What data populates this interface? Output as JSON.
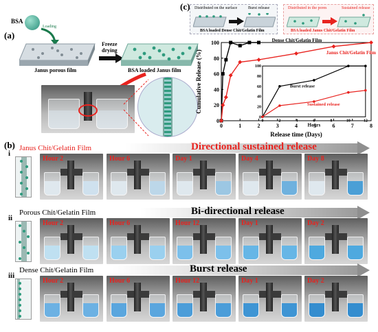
{
  "panel_a": {
    "letter": "(a)",
    "bsa_label": "BSA",
    "loading_label": "Loading",
    "freeze_label_1": "Freeze",
    "freeze_label_2": "drying",
    "porous_film_label": "Janus porous film",
    "loaded_film_label": "BSA loaded Janus film"
  },
  "panel_b": {
    "letter": "(b)",
    "rows": [
      {
        "roman": "i",
        "title": "Janus Chit/Gelatin Film",
        "mode": "Directional sustained release",
        "title_color": "#e8231f",
        "mode_color": "#e8231f",
        "times": [
          "Hour 2",
          "Hour 6",
          "Day 1",
          "Day 4",
          "Day 8"
        ]
      },
      {
        "roman": "ii",
        "title": "Porous Chit/Gelatin Film",
        "mode": "Bi-directional release",
        "title_color": "#000000",
        "mode_color": "#000000",
        "times": [
          "Hour 2",
          "Hour 6",
          "Hour 12",
          "Day 1",
          "Day 2"
        ]
      },
      {
        "roman": "iii",
        "title": "Dense Chit/Gelatin Film",
        "mode": "Burst release",
        "title_color": "#000000",
        "mode_color": "#000000",
        "times": [
          "Hour 2",
          "Hour 6",
          "Hour 12",
          "Day 1",
          "Day 2"
        ]
      }
    ]
  },
  "panel_c": {
    "letter": "(c)",
    "schematic_left_top": "Distributed on the surface",
    "schematic_left_mid": "Burst release",
    "schematic_left_caption": "BSA loaded Dense Chit/Gelatin Film",
    "schematic_right_top": "Distributed in the pores",
    "schematic_right_mid": "Sustained release",
    "schematic_right_caption": "BSA loaded Janus Chit/Gelatin Film"
  },
  "chart_data": {
    "type": "line",
    "xlabel": "Release time (Days)",
    "ylabel": "Cumulative Release (%)",
    "xlim": [
      0,
      8
    ],
    "ylim": [
      0,
      100
    ],
    "xticks": [
      0,
      1,
      2,
      3,
      4,
      5,
      6,
      7,
      8
    ],
    "yticks": [
      0,
      20,
      40,
      60,
      80,
      100
    ],
    "series": [
      {
        "name": "Dense Chit/Gelatin Film",
        "color": "#000000",
        "marker": "square",
        "x": [
          0,
          0.083,
          0.25,
          0.5,
          1,
          1.5,
          2
        ],
        "y": [
          0,
          60,
          78,
          100,
          96,
          100,
          100
        ]
      },
      {
        "name": "Janus Chit/Gelatin Film",
        "color": "#e8231f",
        "marker": "diamond",
        "x": [
          0,
          0.083,
          0.25,
          0.5,
          1,
          2,
          4,
          6,
          8
        ],
        "y": [
          0,
          20,
          30,
          58,
          75,
          78,
          86,
          95,
          100
        ]
      }
    ],
    "inset": {
      "xlabel": "Hours",
      "xlim": [
        0,
        12
      ],
      "ylim": [
        0,
        100
      ],
      "xticks": [
        0,
        2,
        4,
        6,
        8,
        10,
        12
      ],
      "yticks": [
        0,
        20,
        40,
        60,
        80,
        100
      ],
      "annotations": [
        "Burst release",
        "Sustained release"
      ],
      "series": [
        {
          "name": "Dense Chit/Gelatin Film",
          "color": "#000000",
          "x": [
            0,
            2,
            6,
            10,
            12
          ],
          "y": [
            0,
            60,
            72,
            100,
            100
          ]
        },
        {
          "name": "Janus Chit/Gelatin Film",
          "color": "#e8231f",
          "x": [
            0,
            2,
            6,
            10,
            12
          ],
          "y": [
            0,
            22,
            30,
            48,
            52
          ]
        }
      ]
    }
  }
}
